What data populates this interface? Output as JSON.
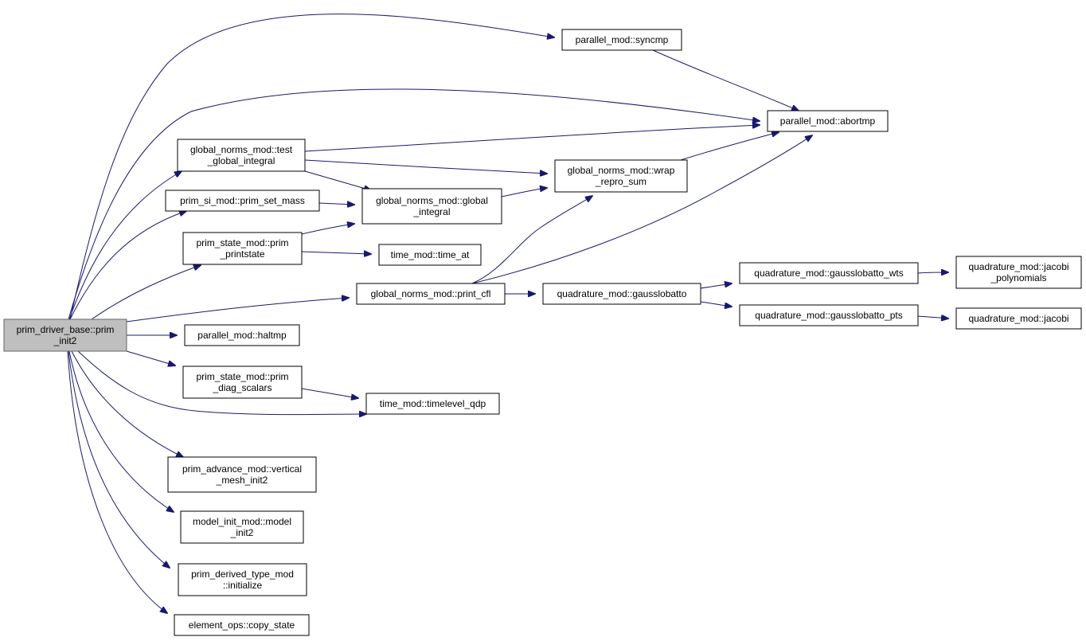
{
  "diagram": {
    "root": "prim_init2",
    "accent_color": "#191970",
    "root_fill": "#bfbfbf",
    "nodes": [
      {
        "id": "prim_init2",
        "lines": [
          "prim_driver_base::prim",
          "_init2"
        ]
      },
      {
        "id": "syncmp",
        "lines": [
          "parallel_mod::syncmp"
        ]
      },
      {
        "id": "abortmp",
        "lines": [
          "parallel_mod::abortmp"
        ]
      },
      {
        "id": "test_global_integral",
        "lines": [
          "global_norms_mod::test",
          "_global_integral"
        ]
      },
      {
        "id": "wrap_repro_sum",
        "lines": [
          "global_norms_mod::wrap",
          "_repro_sum"
        ]
      },
      {
        "id": "prim_set_mass",
        "lines": [
          "prim_si_mod::prim_set_mass"
        ]
      },
      {
        "id": "global_integral",
        "lines": [
          "global_norms_mod::global",
          "_integral"
        ]
      },
      {
        "id": "prim_printstate",
        "lines": [
          "prim_state_mod::prim",
          "_printstate"
        ]
      },
      {
        "id": "time_at",
        "lines": [
          "time_mod::time_at"
        ]
      },
      {
        "id": "print_cfl",
        "lines": [
          "global_norms_mod::print_cfl"
        ]
      },
      {
        "id": "gausslobatto",
        "lines": [
          "quadrature_mod::gausslobatto"
        ]
      },
      {
        "id": "gausslobatto_wts",
        "lines": [
          "quadrature_mod::gausslobatto_wts"
        ]
      },
      {
        "id": "jacobi_polynomials",
        "lines": [
          "quadrature_mod::jacobi",
          "_polynomials"
        ]
      },
      {
        "id": "gausslobatto_pts",
        "lines": [
          "quadrature_mod::gausslobatto_pts"
        ]
      },
      {
        "id": "jacobi",
        "lines": [
          "quadrature_mod::jacobi"
        ]
      },
      {
        "id": "haltmp",
        "lines": [
          "parallel_mod::haltmp"
        ]
      },
      {
        "id": "prim_diag_scalars",
        "lines": [
          "prim_state_mod::prim",
          "_diag_scalars"
        ]
      },
      {
        "id": "timelevel_qdp",
        "lines": [
          "time_mod::timelevel_qdp"
        ]
      },
      {
        "id": "vertical_mesh_init2",
        "lines": [
          "prim_advance_mod::vertical",
          "_mesh_init2"
        ]
      },
      {
        "id": "model_init2",
        "lines": [
          "model_init_mod::model",
          "_init2"
        ]
      },
      {
        "id": "initialize",
        "lines": [
          "prim_derived_type_mod",
          "::initialize"
        ]
      },
      {
        "id": "copy_state",
        "lines": [
          "element_ops::copy_state"
        ]
      }
    ],
    "edges": [
      {
        "from": "prim_init2",
        "to": "syncmp"
      },
      {
        "from": "prim_init2",
        "to": "abortmp"
      },
      {
        "from": "prim_init2",
        "to": "test_global_integral"
      },
      {
        "from": "prim_init2",
        "to": "prim_set_mass"
      },
      {
        "from": "prim_init2",
        "to": "prim_printstate"
      },
      {
        "from": "prim_init2",
        "to": "print_cfl"
      },
      {
        "from": "prim_init2",
        "to": "haltmp"
      },
      {
        "from": "prim_init2",
        "to": "prim_diag_scalars"
      },
      {
        "from": "prim_init2",
        "to": "timelevel_qdp"
      },
      {
        "from": "prim_init2",
        "to": "vertical_mesh_init2"
      },
      {
        "from": "prim_init2",
        "to": "model_init2"
      },
      {
        "from": "prim_init2",
        "to": "initialize"
      },
      {
        "from": "prim_init2",
        "to": "copy_state"
      },
      {
        "from": "syncmp",
        "to": "abortmp"
      },
      {
        "from": "test_global_integral",
        "to": "abortmp"
      },
      {
        "from": "test_global_integral",
        "to": "wrap_repro_sum"
      },
      {
        "from": "test_global_integral",
        "to": "global_integral"
      },
      {
        "from": "wrap_repro_sum",
        "to": "abortmp"
      },
      {
        "from": "prim_set_mass",
        "to": "global_integral"
      },
      {
        "from": "global_integral",
        "to": "wrap_repro_sum"
      },
      {
        "from": "prim_printstate",
        "to": "global_integral"
      },
      {
        "from": "prim_printstate",
        "to": "time_at"
      },
      {
        "from": "print_cfl",
        "to": "wrap_repro_sum"
      },
      {
        "from": "print_cfl",
        "to": "abortmp"
      },
      {
        "from": "print_cfl",
        "to": "gausslobatto"
      },
      {
        "from": "gausslobatto",
        "to": "gausslobatto_wts"
      },
      {
        "from": "gausslobatto",
        "to": "gausslobatto_pts"
      },
      {
        "from": "gausslobatto_wts",
        "to": "jacobi_polynomials"
      },
      {
        "from": "gausslobatto_pts",
        "to": "jacobi"
      },
      {
        "from": "prim_diag_scalars",
        "to": "timelevel_qdp"
      }
    ]
  }
}
